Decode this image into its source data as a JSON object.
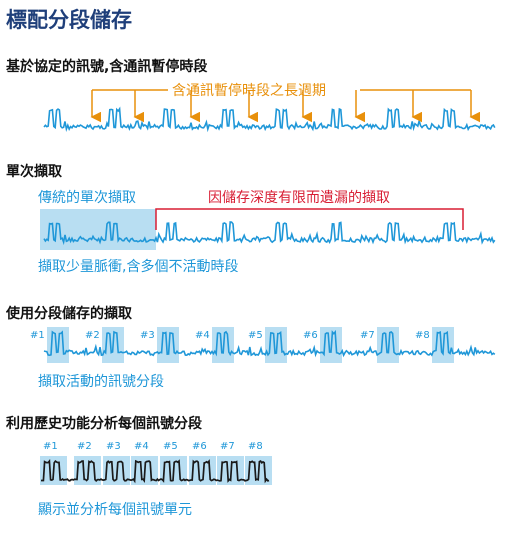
{
  "title": "標配分段儲存",
  "section1": {
    "heading": "基於協定的訊號,含通訊暫停時段",
    "annotation": "含通訊暫停時段之長週期"
  },
  "section2": {
    "heading": "單次擷取",
    "conventional_label": "傳統的單次擷取",
    "missed_label": "因儲存深度有限而遺漏的擷取",
    "caption": "擷取少量脈衝,含多個不活動時段"
  },
  "section3": {
    "heading": "使用分段儲存的擷取",
    "segment_labels": [
      "#1",
      "#2",
      "#3",
      "#4",
      "#5",
      "#6",
      "#7",
      "#8"
    ],
    "caption": "擷取活動的訊號分段"
  },
  "section4": {
    "heading": "利用歷史功能分析每個訊號分段",
    "segment_labels": [
      "#1",
      "#2",
      "#3",
      "#4",
      "#5",
      "#6",
      "#7",
      "#8"
    ],
    "caption": "顯示並分析每個訊號單元"
  },
  "colors": {
    "title": "#1f3f7a",
    "signal": "#1f97d8",
    "highlight": "#b8def2",
    "orange": "#e8900b",
    "red": "#d81e34"
  }
}
